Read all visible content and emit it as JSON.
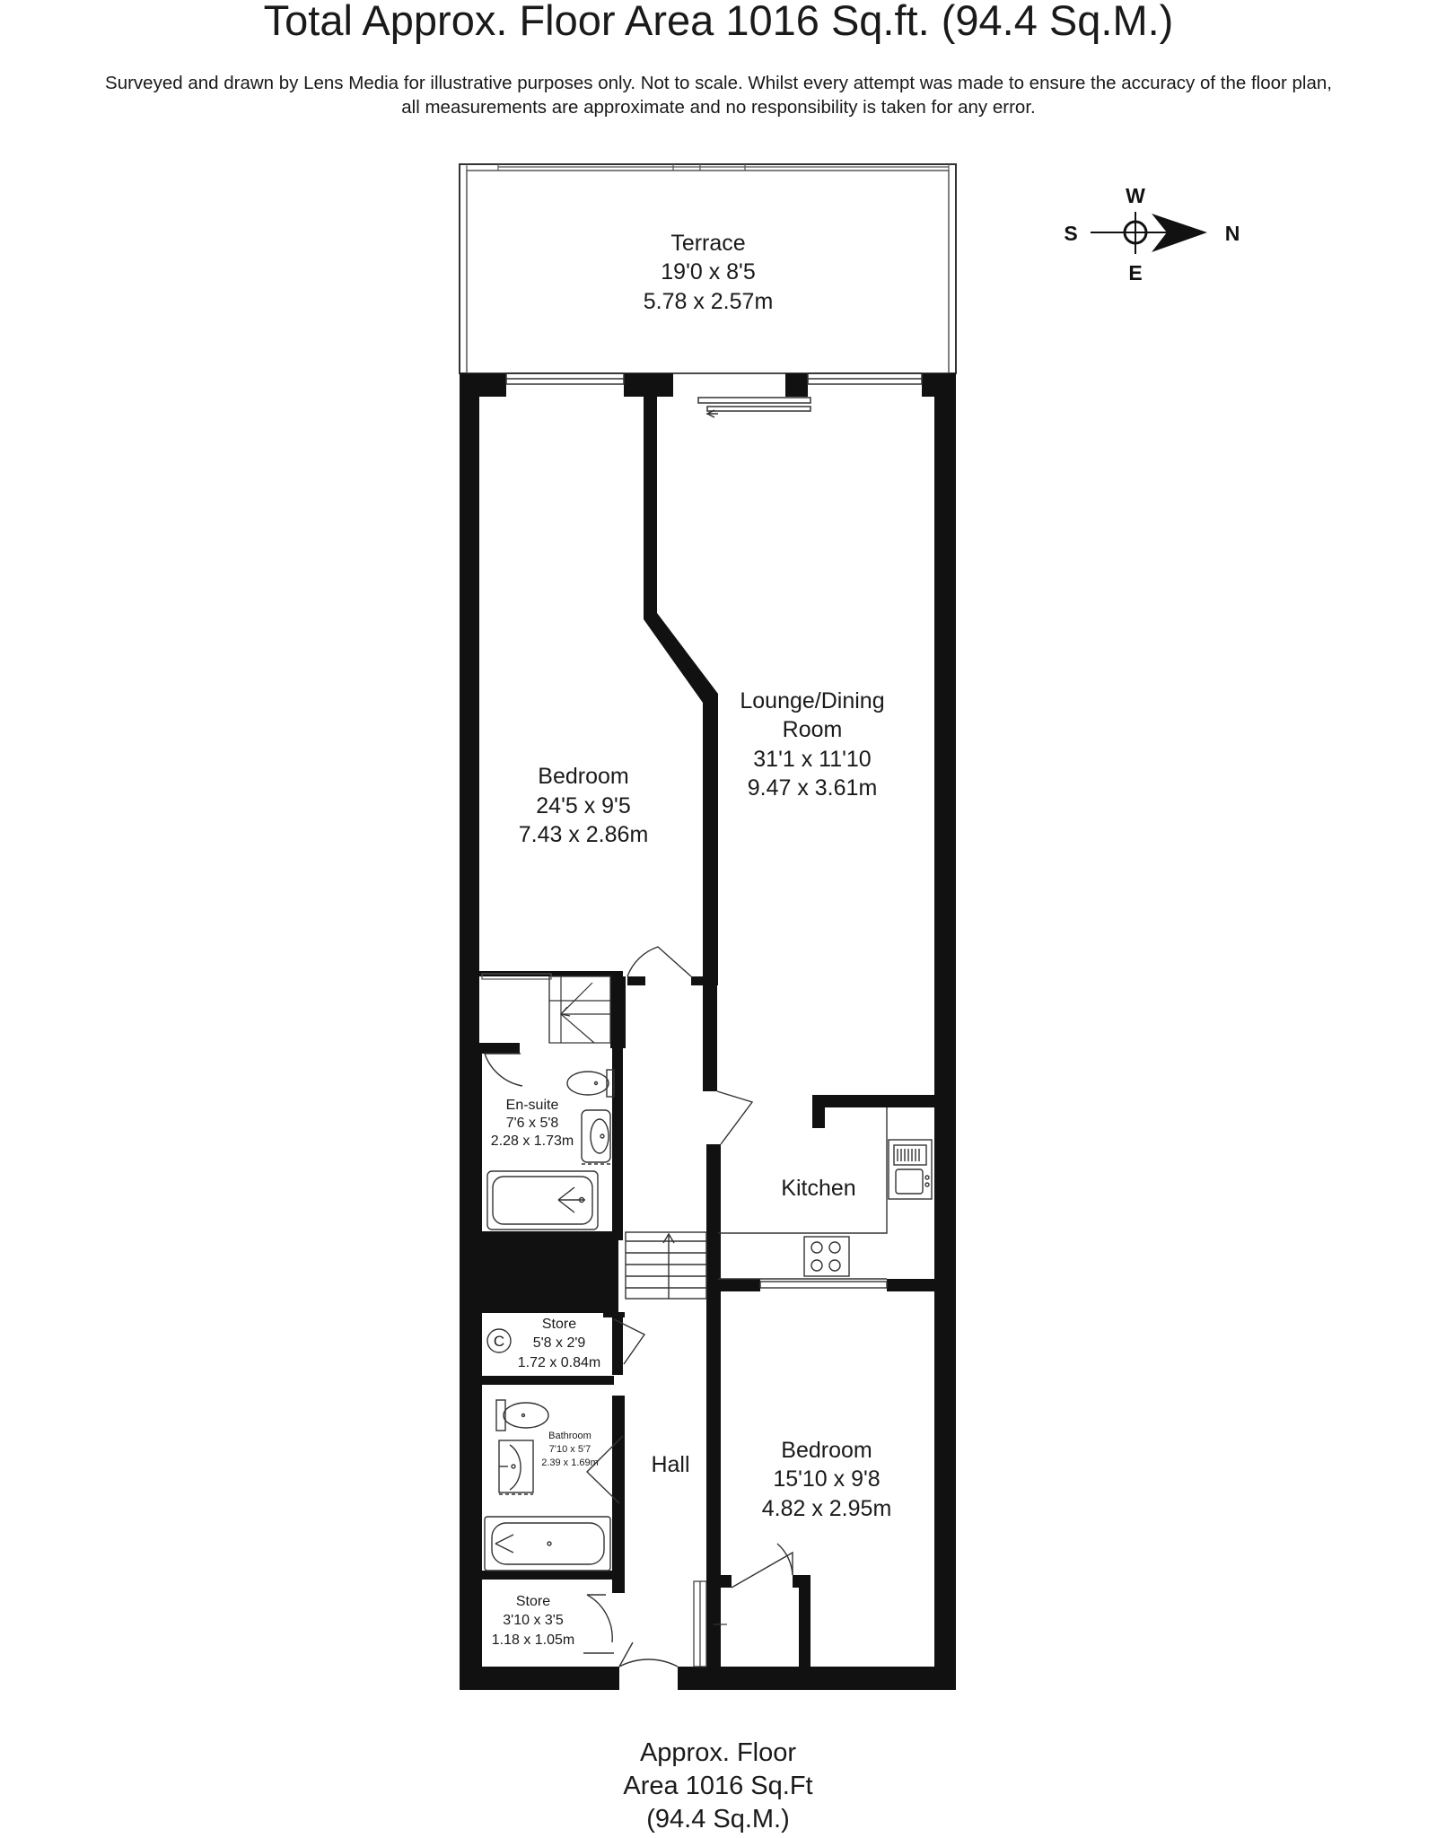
{
  "header": {
    "title": "Total Approx. Floor Area 1016 Sq.ft. (94.4 Sq.M.)",
    "disclaimer_line1": "Surveyed and drawn by Lens Media for illustrative purposes only. Not to scale. Whilst every attempt was made to ensure the accuracy of the floor plan,",
    "disclaimer_line2": "all measurements are approximate and no responsibility is taken for any error."
  },
  "compass": {
    "west": "W",
    "south": "S",
    "north": "N",
    "east": "E"
  },
  "rooms": {
    "terrace": {
      "name": "Terrace",
      "imperial": "19'0 x 8'5",
      "metric": "5.78 x 2.57m"
    },
    "bedroom_1": {
      "name": "Bedroom",
      "imperial": "24'5 x 9'5",
      "metric": "7.43 x 2.86m"
    },
    "lounge": {
      "name_line1": "Lounge/Dining",
      "name_line2": "Room",
      "imperial": "31'1 x 11'10",
      "metric": "9.47 x 3.61m"
    },
    "ensuite": {
      "name": "En-suite",
      "imperial": "7'6 x 5'8",
      "metric": "2.28 x 1.73m"
    },
    "kitchen": {
      "name": "Kitchen"
    },
    "store_1": {
      "name": "Store",
      "imperial": "5'8 x 2'9",
      "metric": "1.72 x 0.84m",
      "cupboard_mark": "C"
    },
    "bathroom": {
      "name": "Bathroom",
      "imperial": "7'10 x 5'7",
      "metric": "2.39 x 1.69m"
    },
    "hall": {
      "name": "Hall"
    },
    "bedroom_2": {
      "name": "Bedroom",
      "imperial": "15'10 x 9'8",
      "metric": "4.82 x 2.95m"
    },
    "store_2": {
      "name": "Store",
      "imperial": "3'10 x 3'5",
      "metric": "1.18 x 1.05m"
    }
  },
  "footer": {
    "line1": "Approx. Floor",
    "line2": "Area 1016 Sq.Ft",
    "line3": "(94.4 Sq.M.)"
  },
  "colors": {
    "wall": "#111111",
    "line": "#333333",
    "background": "#ffffff"
  }
}
